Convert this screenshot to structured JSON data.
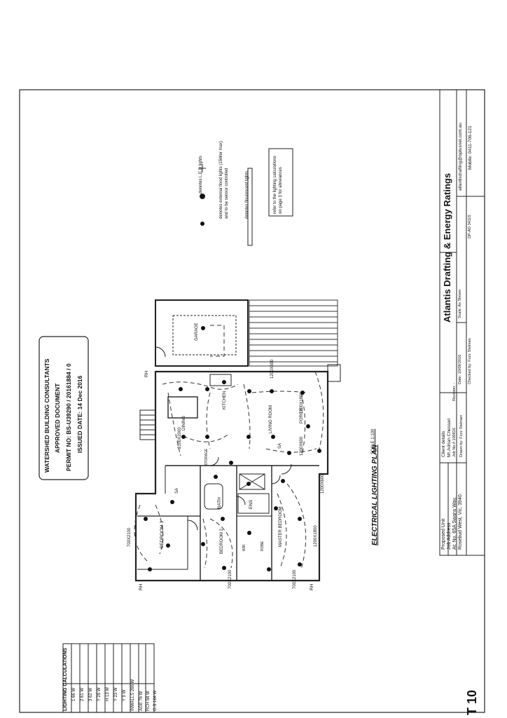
{
  "stamp": {
    "line1": "WATERSHED BUILDING CONSULTANTS",
    "line2": "APPROVED DOCUMENT",
    "line3": "PERMIT NO: BS-U39290 / 20161884 / 0",
    "line4": "ISSUED DATE:  14 Dec 2016"
  },
  "legend": {
    "led": "denotes L.E.D lights",
    "flood1": "denotes external flood lights (15Wer max)",
    "flood2": "and to be sensor controlled",
    "fluoro": "denotes flourescent lights",
    "calc1": "refer to the lighting calculations",
    "calc2": "on page 3 for allowances"
  },
  "rooms": {
    "garage": "GARAGE",
    "kitchen": "KITCHEN",
    "dining": "DINING",
    "living": "LIVING ROOM",
    "porch": "PORCH",
    "bedroom3": "BEDROOM 3",
    "bedroom2": "BEDROOM 2",
    "master": "MASTER BEDROOM",
    "bath": "BATH",
    "ens": "ENS",
    "wir": "WIR",
    "robe": "ROBE",
    "storage": "STORAGE"
  },
  "dims": {
    "d1": "1200X600",
    "d2": "1200X1800",
    "d3": "1200X600",
    "d4": "2100X2000",
    "d5": "700X2100",
    "d6": "700X2100",
    "d7": "700X2100",
    "d8": "1200X1800",
    "d9": "1200X600",
    "rh1": "RH",
    "rh2": "RH",
    "rh3": "RH",
    "sa1": "SA",
    "sa2": "SA"
  },
  "plan_title": "ELECTRICAL LIGHTING PLAN",
  "plan_scale": "SCALE 1:100",
  "client": {
    "h": "Client details",
    "name": "Mr.Adrian Chessari",
    "job": "Job No.# 100816",
    "rev": "Revision: -",
    "drawn": "Drawn by: Fuzz Stelman"
  },
  "project": {
    "a": "Proposed Unit",
    "b": "Job Address",
    "c": "At: No. 65A Swans Way,",
    "d": "Rosebud West, Vic, 3940."
  },
  "company": {
    "name": "Atlantis Drafting & Energy Ratings",
    "email": "atlantisdrafting@optusnet.com.au",
    "mobile": "Mobile: 0411-706-121",
    "date": "Date: 10/09/2016",
    "scale": "Scale: As Shown",
    "checked": "Checked by: Fuzz Stelman",
    "dp": "DP-AD 34115"
  },
  "calc": {
    "title": "LIGHTING CALCULATIONS",
    "rows": [
      "1   66 W",
      "2   61 W",
      "3   62 W",
      "Y   28 W",
      "H   13 W",
      "Y   23 W",
      "Y    9 W",
      "INWALLS  266 W",
      "AGE   76 W",
      "RCH   58 W",
      "O.S  164 W"
    ]
  },
  "sheet": "T 10"
}
